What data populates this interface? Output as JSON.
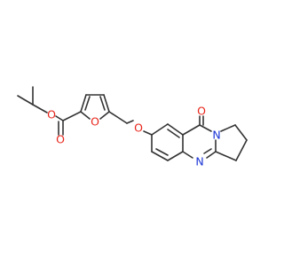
{
  "colors": {
    "bond": "#333333",
    "oxygen": "#e8251b",
    "nitrogen": "#1a33d6",
    "background": "#ffffff"
  },
  "atoms": [
    {
      "id": "O_ester",
      "text": "O",
      "element": "oxygen"
    },
    {
      "id": "O_carbonyl_ester",
      "text": "O",
      "element": "oxygen"
    },
    {
      "id": "O_furan",
      "text": "O",
      "element": "oxygen"
    },
    {
      "id": "O_ether",
      "text": "O",
      "element": "oxygen"
    },
    {
      "id": "O_ketone",
      "text": "O",
      "element": "oxygen"
    },
    {
      "id": "N_ring",
      "text": "N",
      "element": "nitrogen"
    },
    {
      "id": "N_imine",
      "text": "N",
      "element": "nitrogen"
    }
  ]
}
